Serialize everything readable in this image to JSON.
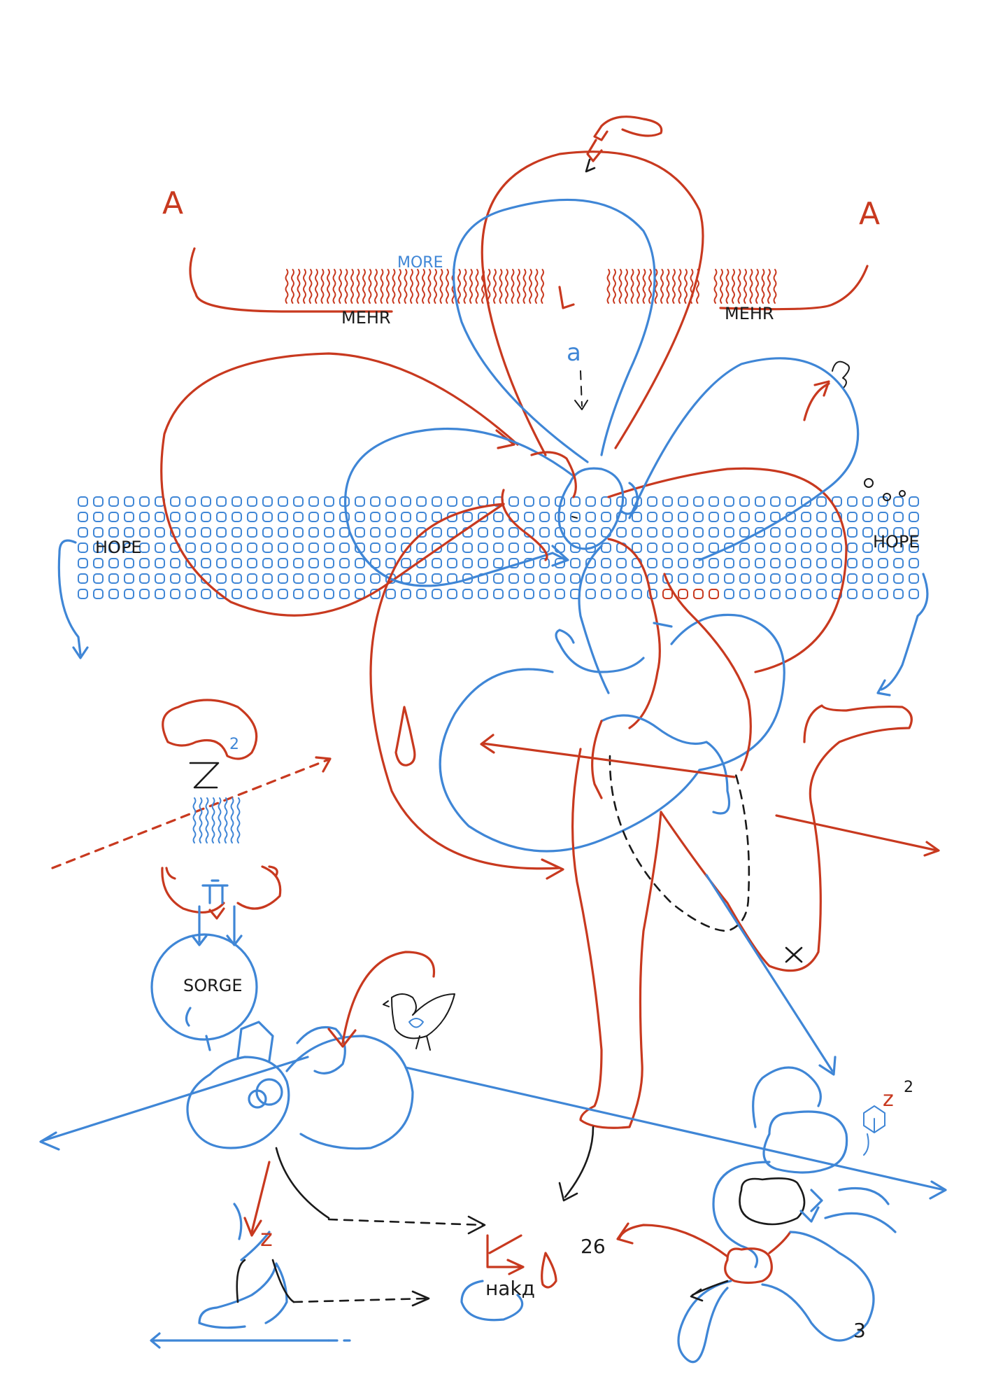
{
  "labels": {
    "a_left": "A",
    "a_right": "A",
    "more": "MORE",
    "mehr_left": "MEHR",
    "mehr_right": "MEHR",
    "hope_left": "HOPE",
    "hope_right": "HOPE",
    "sorge": "SORGE",
    "naka": "наkд",
    "num_26": "26",
    "num_3": "3",
    "small_a": "a",
    "sup_2_left": "2",
    "z_lower": "z",
    "z_right": "z",
    "sup_2_right": "2"
  },
  "colors": {
    "red": "#c8391f",
    "blue": "#3f86d6",
    "black": "#1a1a1a"
  }
}
